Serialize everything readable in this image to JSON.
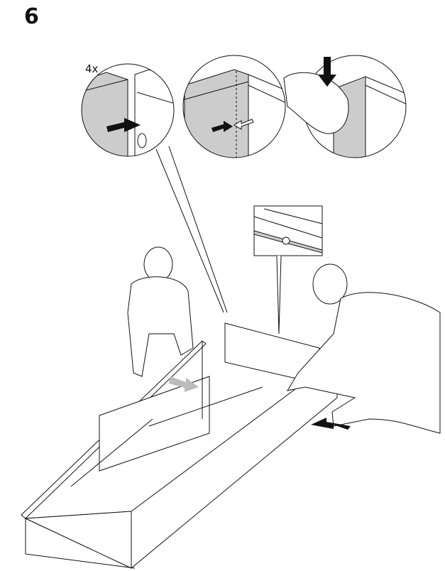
{
  "page": {
    "step_number": "6",
    "detail_callouts": [
      {
        "id": "callout-1",
        "label": "4x",
        "description": "insert dowel into panel hole"
      },
      {
        "id": "callout-2",
        "description": "align panel edges"
      },
      {
        "id": "callout-3",
        "description": "press panel down by hand"
      },
      {
        "id": "callout-4",
        "description": "groove detail with dowel"
      }
    ],
    "colors": {
      "line": "#111111",
      "panel_fill": "#cccccc",
      "hint_arrow": "#bbbbbb",
      "background": "#ffffff"
    }
  }
}
